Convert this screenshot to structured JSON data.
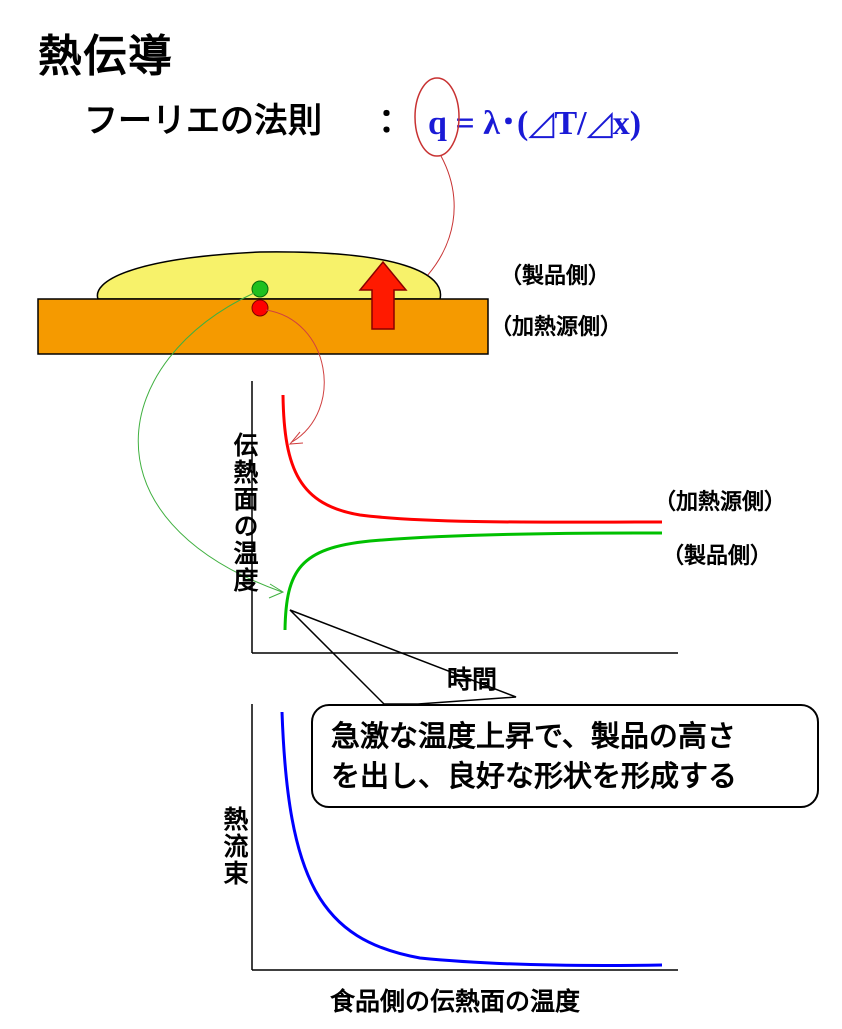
{
  "title": "熱伝導",
  "law": {
    "label": "フーリエの法則",
    "colon": "：",
    "formula": "q = λ･(◿T/◿x)"
  },
  "diagram": {
    "product_side_label": "（製品側）",
    "heat_source_side_label": "（加熱源側）",
    "colors": {
      "plate": "#f59a00",
      "product": "#f7f26a",
      "arrow": "#ff1a00",
      "green_dot": "#1fc01f",
      "red_dot": "#ff0000",
      "formula": "#1a1ad6"
    }
  },
  "graph1": {
    "ylabel": "伝熱面の温度",
    "xlabel": "時間",
    "series_labels": [
      "（加熱源側）",
      "（製品側）"
    ],
    "series_colors": [
      "#ff0000",
      "#00c000"
    ]
  },
  "callout": {
    "line1": "急激な温度上昇で、製品の高さ",
    "line2": "を出し、良好な形状を形成する"
  },
  "graph2": {
    "ylabel": "熱流束",
    "xlabel": "食品側の伝熱面の温度",
    "series_color": "#0000ff"
  }
}
